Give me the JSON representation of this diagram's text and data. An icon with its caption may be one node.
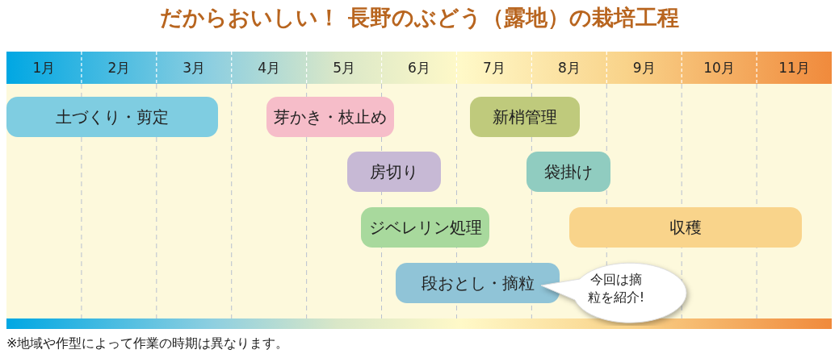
{
  "diagram": {
    "title": "だからおいしい！ 長野のぶどう（露地）の栽培工程",
    "caption": "※地域や作型によって作業の時期は異なります。",
    "nodes": [
      {
        "text": [
          "土づくり・剪定"
        ]
      },
      {
        "text": [
          "芽かき・枝止め"
        ]
      },
      {
        "text": [
          "新梢管理"
        ]
      },
      {
        "text": [
          "房切り"
        ]
      },
      {
        "text": [
          "袋掛け"
        ]
      },
      {
        "text": [
          "ジベレリン処理"
        ]
      },
      {
        "text": [
          "収穫"
        ]
      },
      {
        "text": [
          "段おとし・摘粒"
        ]
      },
      {
        "text": [
          "今回は摘粒を紹介!"
        ]
      }
    ],
    "edges": [],
    "labels": [
      "1月",
      "2月",
      "3月",
      "4月",
      "5月",
      "6月",
      "7月",
      "8月",
      "9月",
      "10月",
      "11月"
    ]
  }
}
